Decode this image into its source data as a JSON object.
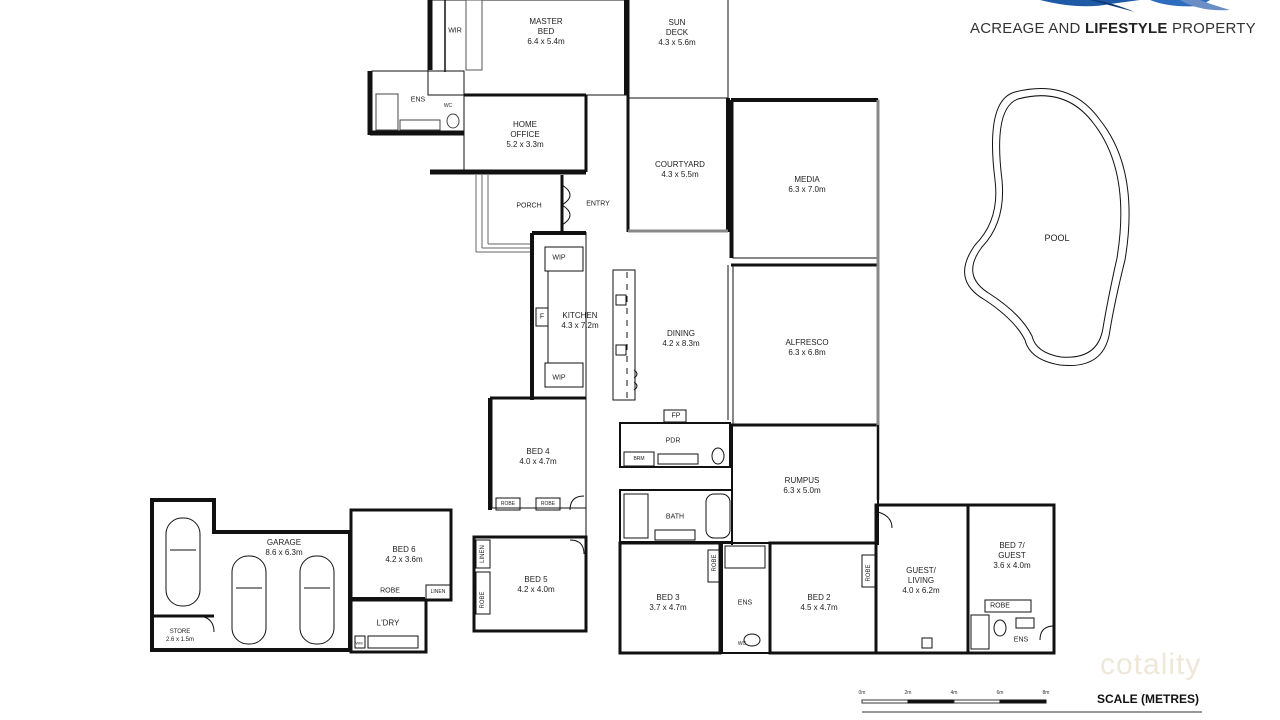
{
  "branding": {
    "company_prefix": "ACREAGE AND ",
    "company_bold": "LIFESTYLE",
    "company_suffix": " PROPERTY",
    "logo_icon": "wave-swoosh-logo",
    "accent_color": "#1f5aa6",
    "watermark": "cotality"
  },
  "rooms": {
    "master_bed": {
      "name_line1": "MASTER",
      "name_line2": "BED",
      "dim": "6.4 x 5.4m"
    },
    "wir": {
      "name": "WIR"
    },
    "ens_master": {
      "name": "ENS"
    },
    "wc_master": {
      "name": "WC"
    },
    "home_office": {
      "name_line1": "HOME",
      "name_line2": "OFFICE",
      "dim": "5.2 x 3.3m"
    },
    "sun_deck": {
      "name_line1": "SUN",
      "name_line2": "DECK",
      "dim": "4.3 x 5.6m"
    },
    "courtyard": {
      "name": "COURTYARD",
      "dim": "4.3 x 5.5m"
    },
    "media": {
      "name": "MEDIA",
      "dim": "6.3 x 7.0m"
    },
    "porch": {
      "name": "PORCH"
    },
    "entry": {
      "name": "ENTRY"
    },
    "wip_top": {
      "name": "WIP"
    },
    "wip_bottom": {
      "name": "WIP"
    },
    "fridge": {
      "name": "F"
    },
    "kitchen": {
      "name": "KITCHEN",
      "dim": "4.3 x 7.2m"
    },
    "dining": {
      "name": "DINING",
      "dim": "4.2 x 8.3m"
    },
    "alfresco": {
      "name": "ALFRESCO",
      "dim": "6.3 x 6.8m"
    },
    "fp": {
      "name": "FP"
    },
    "pdr": {
      "name": "PDR"
    },
    "brm": {
      "name": "BRM"
    },
    "bed4": {
      "name": "BED 4",
      "dim": "4.0 x 4.7m"
    },
    "robe_bed4_a": {
      "name": "ROBE"
    },
    "robe_bed4_b": {
      "name": "ROBE"
    },
    "bath": {
      "name": "BATH"
    },
    "rumpus": {
      "name": "RUMPUS",
      "dim": "6.3 x 5.0m"
    },
    "garage": {
      "name": "GARAGE",
      "dim": "8.6 x 6.3m"
    },
    "store": {
      "name": "STORE",
      "dim": "2.6 x 1.5m"
    },
    "bed6": {
      "name": "BED 6",
      "dim": "4.2 x 3.6m"
    },
    "robe_bed6": {
      "name": "ROBE"
    },
    "linen_a": {
      "name": "LINEN"
    },
    "linen_b": {
      "name": "LINEN"
    },
    "ldry": {
      "name": "L'DRY"
    },
    "wm": {
      "name": "WM"
    },
    "bed5": {
      "name": "BED 5",
      "dim": "4.2 x 4.0m"
    },
    "robe_bed5": {
      "name": "ROBE"
    },
    "bed3": {
      "name": "BED 3",
      "dim": "3.7 x 4.7m"
    },
    "robe_bed3": {
      "name": "ROBE"
    },
    "ens_bed3": {
      "name": "ENS"
    },
    "wc_bed3": {
      "name": "WC"
    },
    "bed2": {
      "name": "BED 2",
      "dim": "4.5 x 4.7m"
    },
    "robe_bed2": {
      "name": "ROBE"
    },
    "guest_living": {
      "name_line1": "GUEST/",
      "name_line2": "LIVING",
      "dim": "4.0 x 6.2m"
    },
    "bed7": {
      "name_line1": "BED 7/",
      "name_line2": "GUEST",
      "dim": "3.6 x 4.0m"
    },
    "robe_bed7": {
      "name": "ROBE"
    },
    "ens_bed7": {
      "name": "ENS"
    },
    "pool": {
      "name": "POOL"
    }
  },
  "scale": {
    "title": "SCALE (METRES)",
    "ticks": [
      "0m",
      "2m",
      "4m",
      "6m",
      "8m"
    ]
  }
}
